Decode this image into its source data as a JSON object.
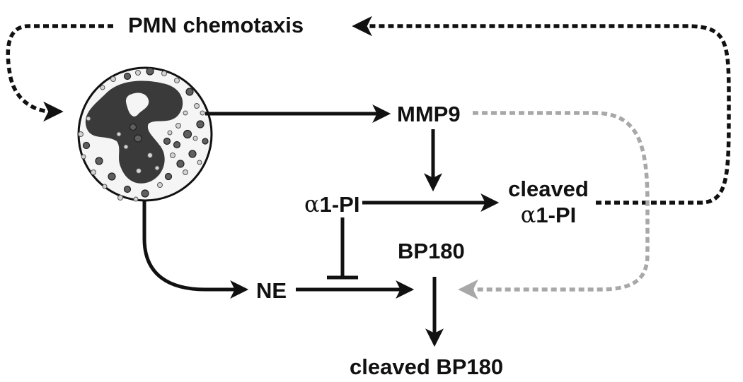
{
  "nodes": {
    "pmn_chemotaxis": "PMN chemotaxis",
    "mmp9": "MMP9",
    "a1pi_symbol": "α",
    "a1pi_rest": "1-PI",
    "cleaved_a1pi_line1": "cleaved",
    "cleaved_a1pi_symbol": "α",
    "cleaved_a1pi_rest": "1-PI",
    "bp180": "BP180",
    "ne": "NE",
    "cleaved_bp180": "cleaved BP180"
  },
  "colors": {
    "ink": "#111111",
    "nucleus": "#3a3a3a",
    "dark_granule": "#5f5f5f",
    "light_granule": "#c8c8c8",
    "gray_dotted_arrow": "#a8a8a8"
  },
  "icons": {
    "neutrophil": "neutrophil-cell-icon"
  }
}
